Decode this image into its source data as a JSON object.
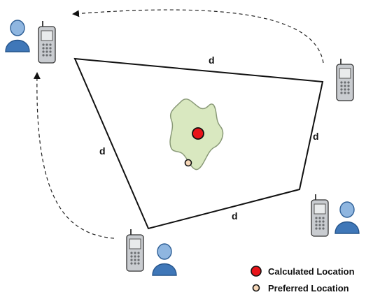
{
  "diagram": {
    "edge_labels": {
      "top": "d",
      "right": "d",
      "bottom": "d",
      "left": "d"
    },
    "legend": {
      "calculated": "Calculated Location",
      "preferred": "Preferred Location"
    },
    "colors": {
      "region_fill": "#d9e8c0",
      "region_stroke": "#8a9a78",
      "calculated": "#e8141a",
      "preferred": "#f6d7b8",
      "person_head": "#8fb6e0",
      "person_body": "#3f77b8",
      "phone_body": "#c9ccd0",
      "phone_screen": "#e9ebec"
    },
    "icons": [
      "person-icon",
      "mobile-phone-icon"
    ]
  }
}
